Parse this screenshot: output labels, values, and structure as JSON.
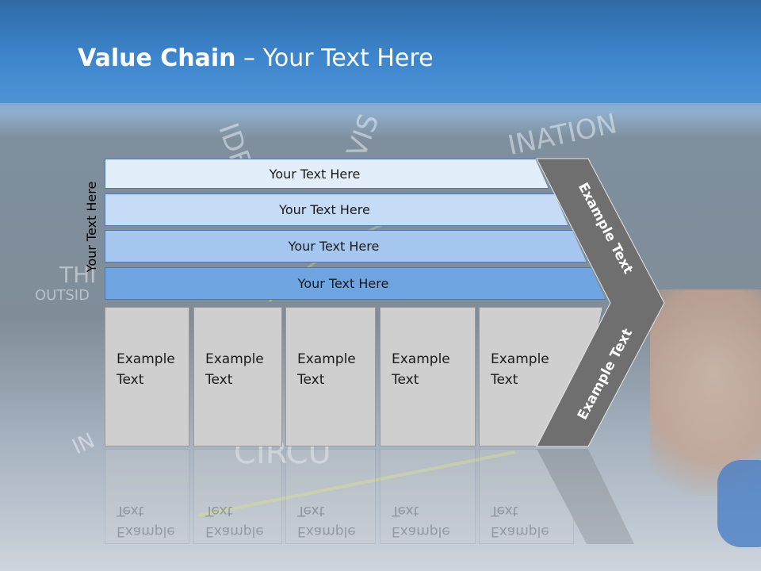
{
  "title": {
    "bold": "Value Chain",
    "rest": " – Your Text Here"
  },
  "side_label": "Your Text Here",
  "rows": [
    {
      "label": "Your Text Here",
      "color": "#e3eefb"
    },
    {
      "label": "Your Text Here",
      "color": "#c6dbf5"
    },
    {
      "label": "Your Text Here",
      "color": "#a5c6ee"
    },
    {
      "label": "Your Text Here",
      "color": "#6ea5e0"
    }
  ],
  "boxes": [
    {
      "line1": "Example",
      "line2": "Text"
    },
    {
      "line1": "Example",
      "line2": "Text"
    },
    {
      "line1": "Example",
      "line2": "Text"
    },
    {
      "line1": "Example",
      "line2": "Text"
    },
    {
      "line1": "Example",
      "line2": "Text"
    }
  ],
  "chevron": {
    "upper": "Example Text",
    "lower": "Example Text",
    "color": "#6f6f6f"
  },
  "background_words": [
    "IDEA",
    "VIS",
    "INATION",
    "THI",
    "OUTSID",
    "IN",
    "CIRCU"
  ]
}
